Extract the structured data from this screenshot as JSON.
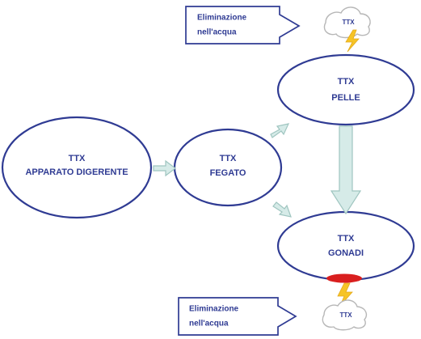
{
  "nodes": {
    "digestive": {
      "line1": "TTX",
      "line2": "APPARATO DIGERENTE"
    },
    "liver": {
      "line1": "TTX",
      "line2": "FEGATO"
    },
    "skin": {
      "line1": "TTX",
      "line2": "PELLE"
    },
    "gonads": {
      "line1": "TTX",
      "line2": "GONADI"
    }
  },
  "callouts": {
    "top": {
      "line1": "Eliminazione",
      "line2": "nell'acqua",
      "cloud": "TTX"
    },
    "bottom": {
      "line1": "Eliminazione",
      "line2": "nell'acqua",
      "cloud": "TTX"
    }
  },
  "colors": {
    "outline": "#2f3b93",
    "text": "#2f3b93",
    "arrow_fill": "#d6ebe8",
    "arrow_stroke": "#9fc5c0",
    "exit_pore": "#d91f1f",
    "lightning": "#f6c426"
  }
}
